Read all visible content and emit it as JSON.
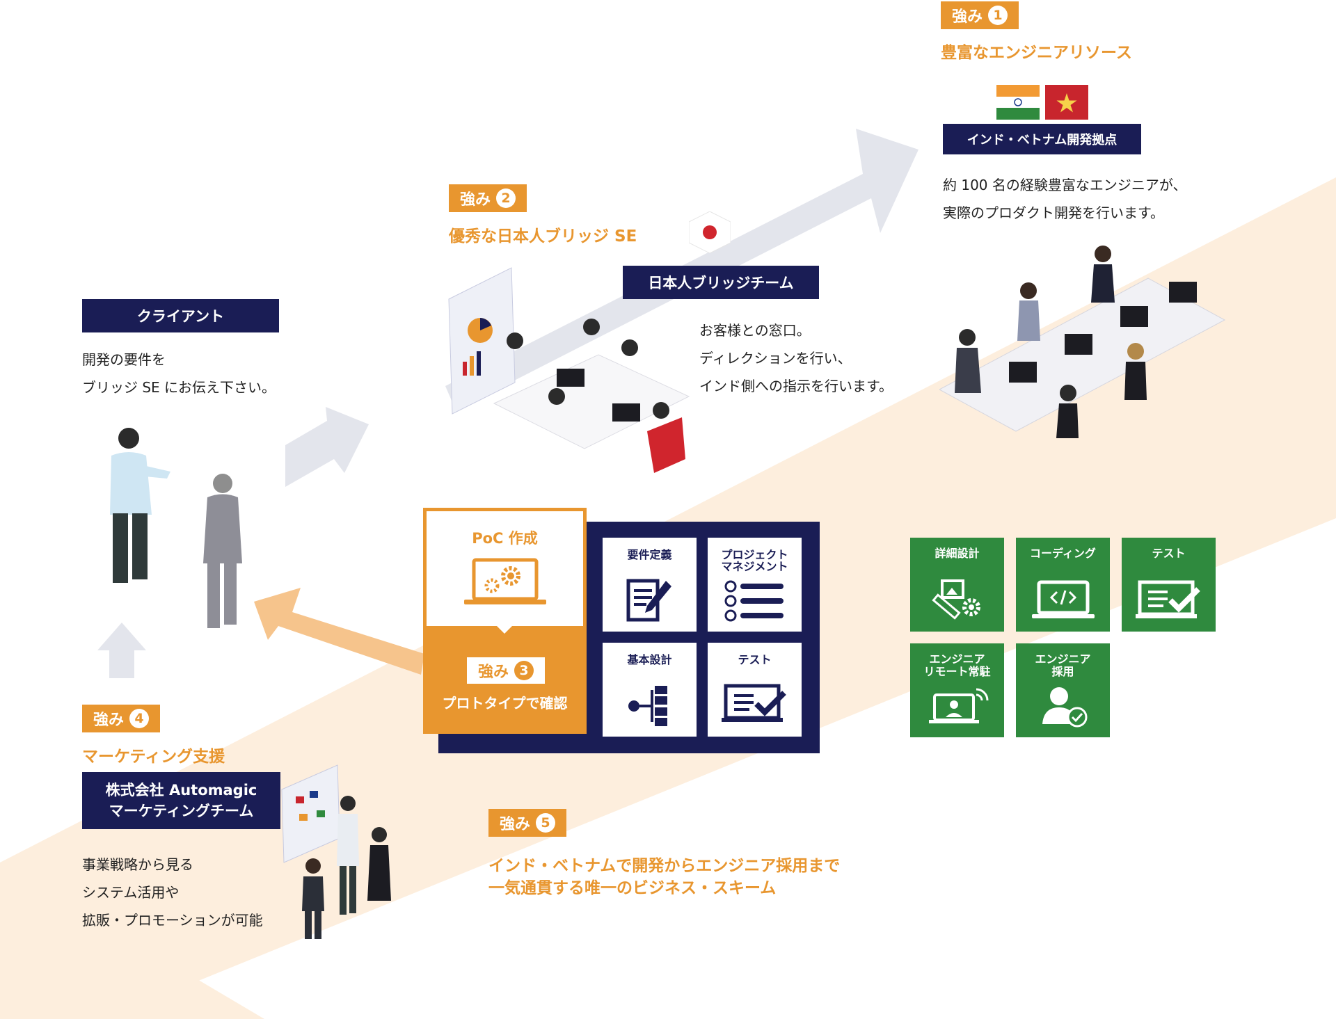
{
  "colors": {
    "orange": "#e8962f",
    "navy": "#1a1d55",
    "green": "#2f8a3e",
    "arrow_gray": "#e3e5ec",
    "band_peach": "#fdeedd"
  },
  "strength1": {
    "badge": "強み",
    "num": "1",
    "title": "豊富なエンジニアリソース",
    "flags": [
      "india-flag",
      "vietnam-flag"
    ],
    "label": "インド・ベトナム開発拠点",
    "desc": "約 100 名の経験豊富なエンジニアが、\n実際のプロダクト開発を行います。"
  },
  "strength2": {
    "badge": "強み",
    "num": "2",
    "title": "優秀な日本人ブリッジ SE",
    "flag": "japan-flag",
    "label": "日本人ブリッジチーム",
    "desc": "お客様との窓口。\nディレクションを行い、\nインド側への指示を行います。"
  },
  "client": {
    "label": "クライアント",
    "desc": "開発の要件を\nブリッジ SE にお伝え下さい。"
  },
  "poc": {
    "title": "PoC 作成",
    "icon": "laptop-gears-icon",
    "badge": "強み",
    "num": "3",
    "caption": "プロトタイプで確認"
  },
  "process_tiles": [
    {
      "label": "要件定義",
      "icon": "document-pen-icon"
    },
    {
      "label": "プロジェクト\nマネジメント",
      "icon": "checklist-icon"
    },
    {
      "label": "基本設計",
      "icon": "tree-structure-icon"
    },
    {
      "label": "テスト",
      "icon": "test-check-icon"
    }
  ],
  "green_tiles": [
    {
      "label": "詳細設計",
      "icon": "design-tools-icon"
    },
    {
      "label": "コーディング",
      "icon": "code-laptop-icon"
    },
    {
      "label": "テスト",
      "icon": "test-check-icon"
    },
    {
      "label": "エンジニア\nリモート常駐",
      "icon": "remote-user-icon"
    },
    {
      "label": "エンジニア\n採用",
      "icon": "hire-user-icon"
    }
  ],
  "strength4": {
    "badge": "強み",
    "num": "4",
    "title": "マーケティング支援",
    "team_line1": "株式会社 Automagic",
    "team_line2": "マーケティングチーム",
    "desc": "事業戦略から見る\nシステム活用や\n拡販・プロモーションが可能"
  },
  "strength5": {
    "badge": "強み",
    "num": "5",
    "line1": "インド・ベトナムで開発からエンジニア採用まで",
    "line2": "一気通貫する唯一のビジネス・スキーム"
  }
}
